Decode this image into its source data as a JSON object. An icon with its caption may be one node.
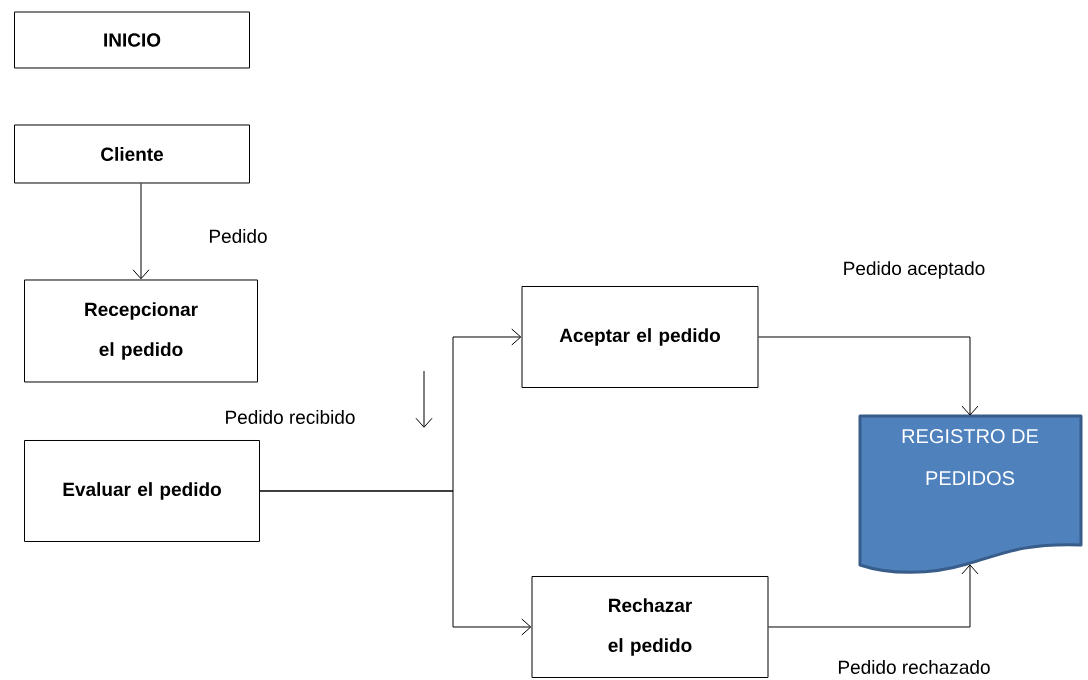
{
  "diagram": {
    "nodes": [
      {
        "text": [
          "INICIO"
        ]
      },
      {
        "text": [
          "Cliente"
        ]
      },
      {
        "text": [
          "Recepcionar el pedido"
        ]
      },
      {
        "text": [
          "Evaluar el pedido"
        ]
      },
      {
        "text": [
          "Aceptar el pedido"
        ]
      },
      {
        "text": [
          "Rechazar el pedido"
        ]
      },
      {
        "text": [
          "REGISTRO DE PEDIDOS"
        ]
      }
    ],
    "edges": [
      {
        "from": 1,
        "to": 2,
        "arrow": "to",
        "label": "Pedido"
      },
      {
        "from": 3,
        "to": 4,
        "arrow": "to"
      },
      {
        "from": 3,
        "to": 5,
        "arrow": "to"
      },
      {
        "from": 4,
        "to": 6,
        "arrow": "to",
        "label": "Pedido aceptado"
      },
      {
        "from": 5,
        "to": 6,
        "arrow": "to",
        "label": "Pedido rechazado"
      }
    ],
    "labels": [
      "Pedido recibido"
    ]
  }
}
